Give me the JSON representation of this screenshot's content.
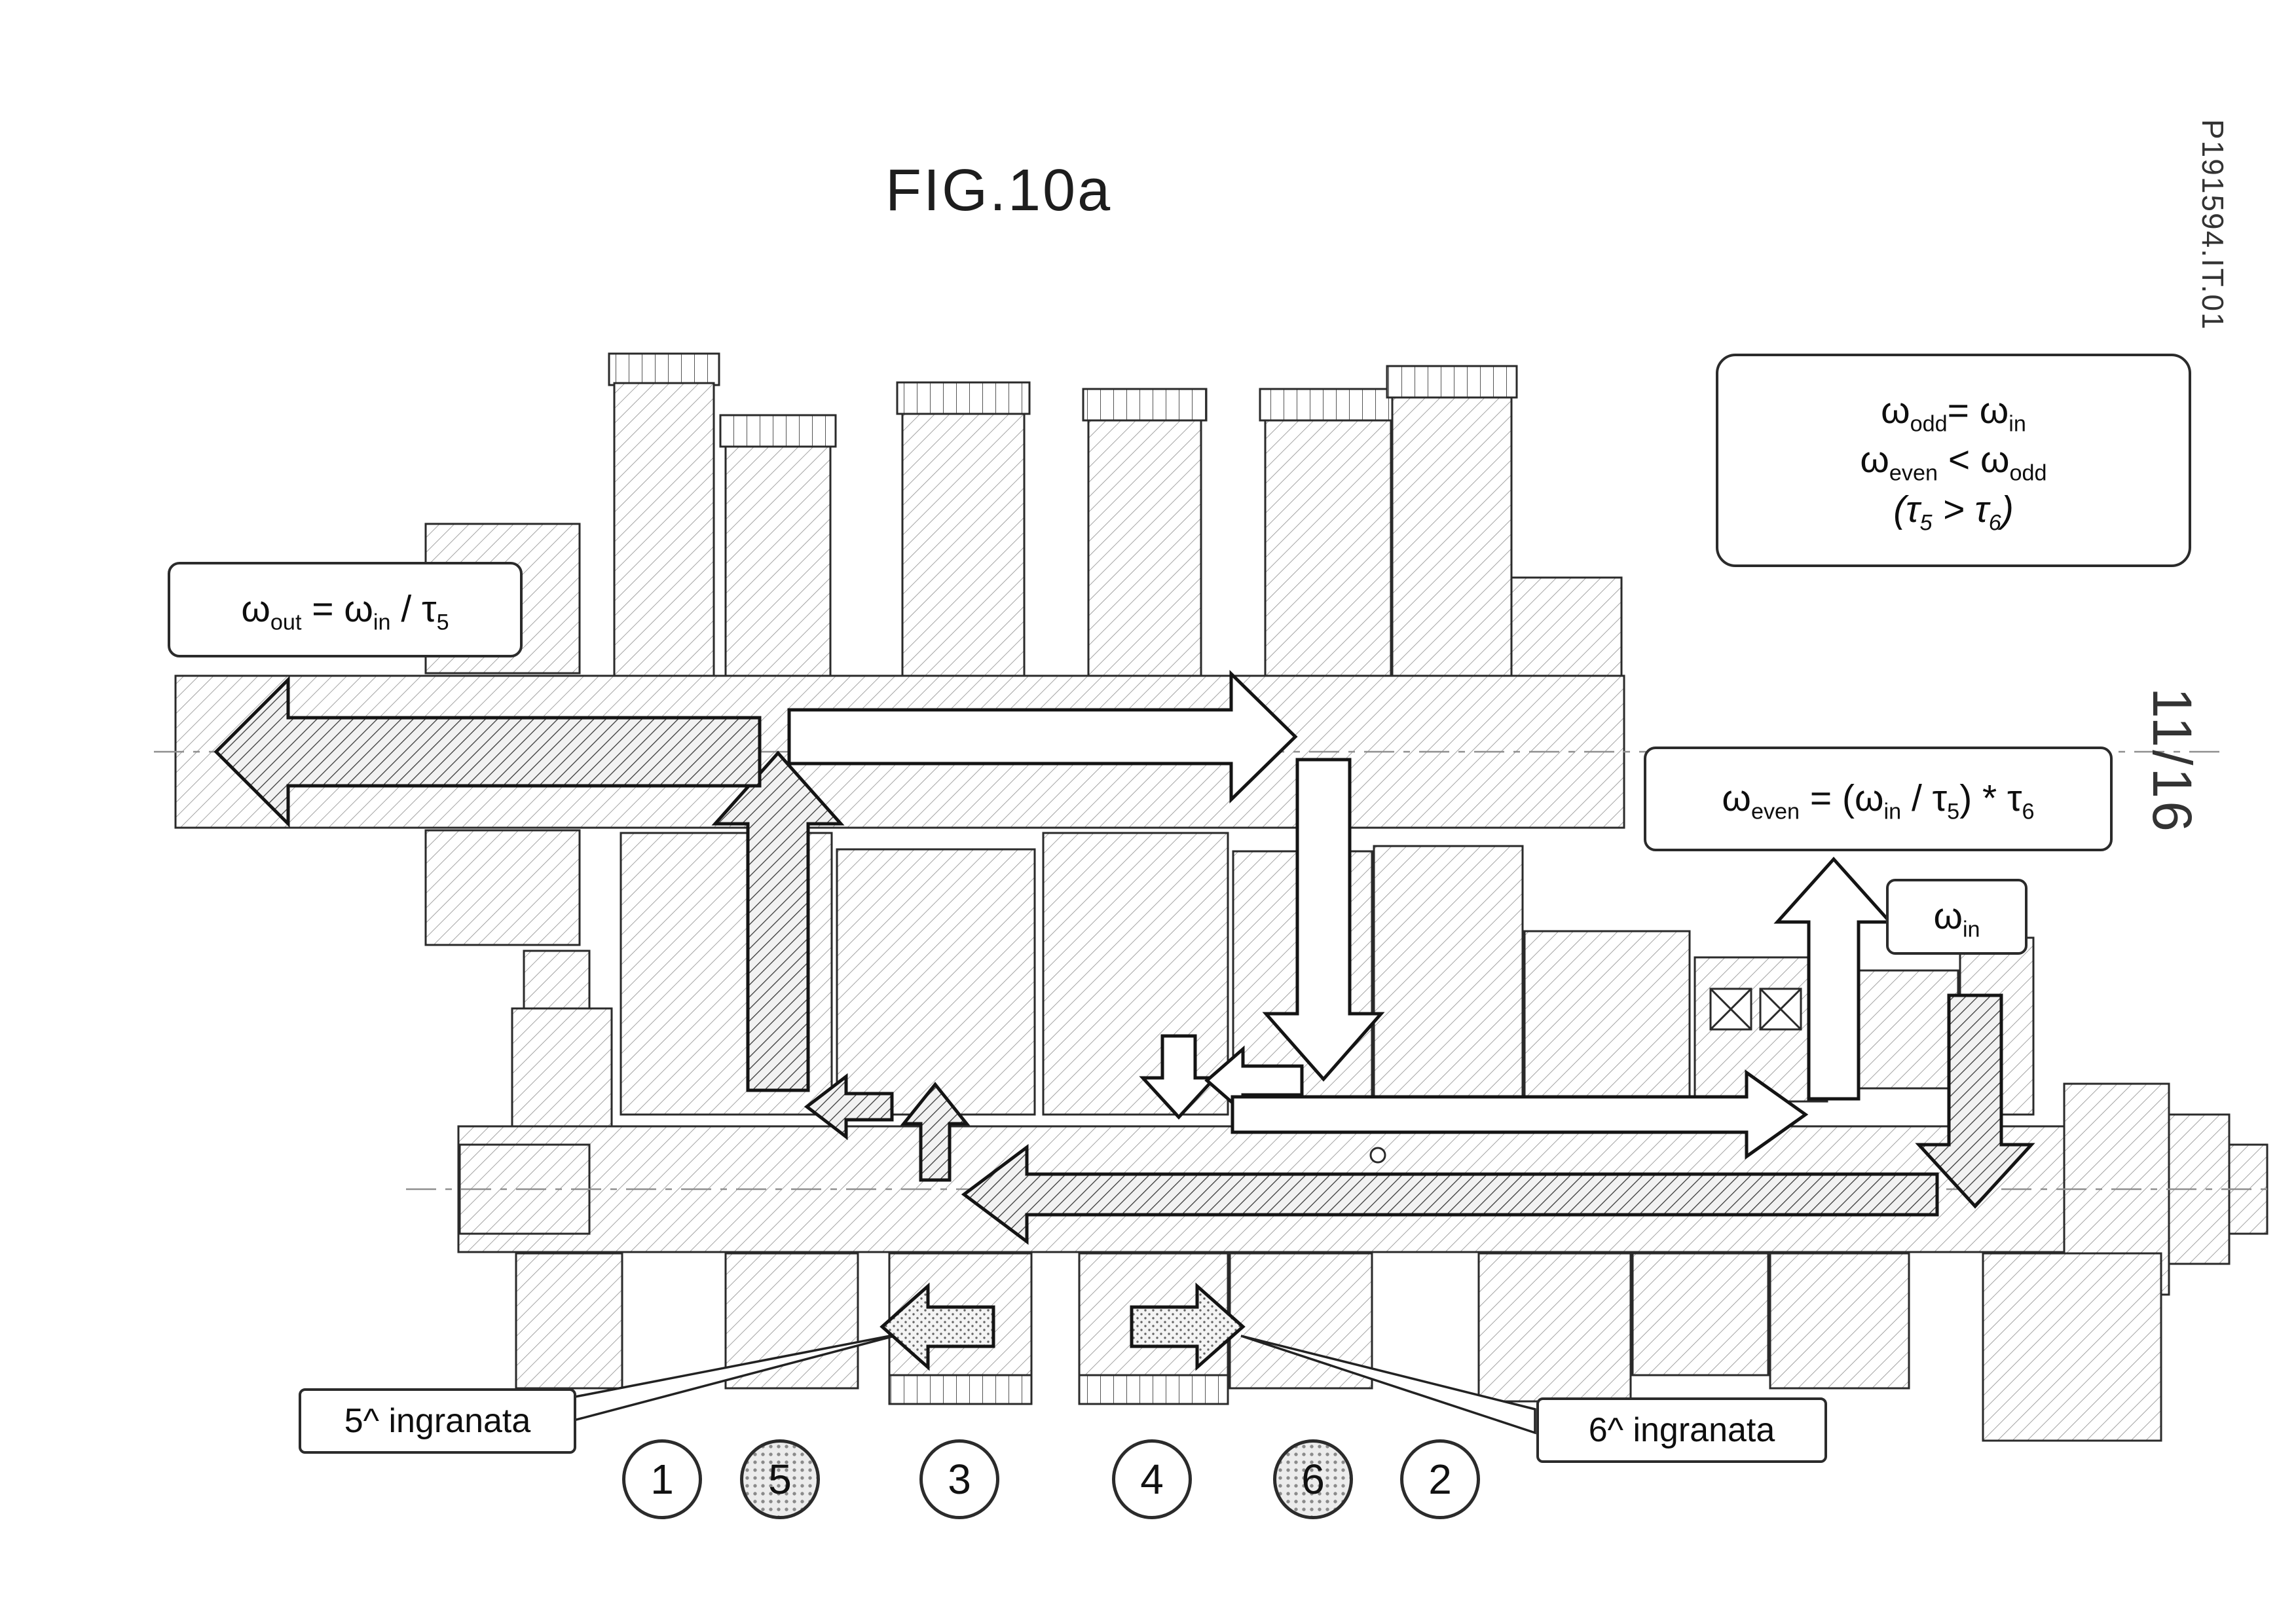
{
  "figure": {
    "title": "FIG.10a",
    "doc_ref": "P191594.IT.01",
    "page": "11/16"
  },
  "formulas": {
    "odd": {
      "t1": "ω",
      "s1": "odd",
      "t2": "= ω",
      "s2": "in"
    },
    "even_lt": {
      "t1": "ω",
      "s1": "even",
      "t2": " < ω",
      "s2": "odd"
    },
    "tau_cmp": {
      "t1": "(τ",
      "s1": "5",
      "t2": " > τ",
      "s2": "6",
      "t3": ")"
    },
    "out": {
      "t1": "ω",
      "s1": "out",
      "t2": " = ω",
      "s2": "in",
      "t3": " / τ",
      "s3": "5"
    },
    "even_eq": {
      "t1": "ω",
      "s1": "even",
      "t2": " = (ω",
      "s2": "in",
      "t3": " / τ",
      "s3": "5",
      "t4": ") * τ",
      "s4": "6"
    },
    "win": {
      "t1": "ω",
      "s1": "in"
    }
  },
  "labels": {
    "gear5_engaged": "5^ ingranata",
    "gear6_engaged": "6^ ingranata"
  },
  "gear_positions": {
    "items": [
      {
        "n": "1",
        "shaded": false
      },
      {
        "n": "5",
        "shaded": true
      },
      {
        "n": "3",
        "shaded": false
      },
      {
        "n": "4",
        "shaded": false
      },
      {
        "n": "6",
        "shaded": true
      },
      {
        "n": "2",
        "shaded": false
      }
    ]
  },
  "colors": {
    "line": "#2a2a2a",
    "hatch": "#9a9a9a",
    "background": "#ffffff"
  }
}
